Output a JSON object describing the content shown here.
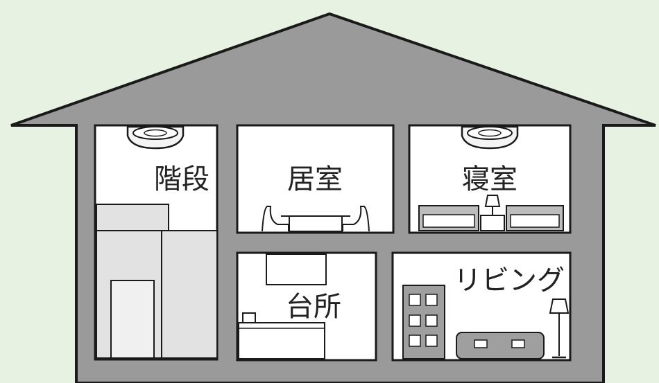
{
  "rooms": {
    "stairs": "階段",
    "living_room": "居室",
    "bedroom": "寝室",
    "kitchen": "台所",
    "lounge": "リビング"
  },
  "colors": {
    "background": "#e8f2e2",
    "house_wall": "#9a9a9a",
    "outline": "#1a1a1a",
    "room_fill": "#ffffff",
    "furniture_fill": "#e6e6e6",
    "detector_fill": "#f4f4f4"
  },
  "icons": [
    "smoke-detector-icon",
    "table-chairs-icon",
    "beds-lamp-icon",
    "kitchen-counter-icon",
    "sofa-icon",
    "floor-lamp-icon",
    "tv-cabinet-icon",
    "stairs-icon"
  ]
}
